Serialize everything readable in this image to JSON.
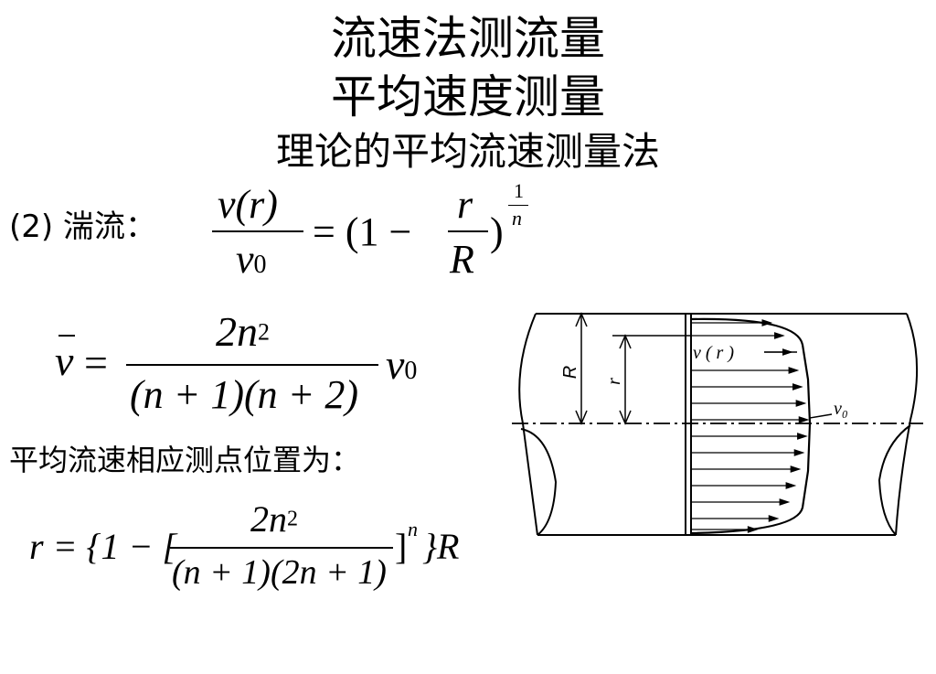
{
  "titles": {
    "line1": "流速法测流量",
    "line2": "平均速度测量",
    "line3": "理论的平均流速测量法"
  },
  "section": {
    "label": "(2) 湍流："
  },
  "formula1": {
    "num": "v(r)",
    "den_v": "v",
    "den_sub": "0",
    "eq_open": "= (1 −",
    "frac_num": "r",
    "frac_den": "R",
    "close": ")",
    "exp_num": "1",
    "exp_den": "n"
  },
  "formula2": {
    "lhs": "v",
    "eq": "=",
    "num_2n": "2n",
    "num_exp": "2",
    "den": "(n + 1)(n + 2)",
    "rhs_v": "v",
    "rhs_sub": "0"
  },
  "caption": "平均流速相应测点位置为：",
  "formula3": {
    "lhs": "r = {1 − [",
    "num_2n": "2n",
    "num_exp": "2",
    "den": "(n + 1)(2n + 1)",
    "close": "]",
    "close_exp": "n",
    "tail": "}R"
  },
  "diagram": {
    "label_R": "R",
    "label_r": "r",
    "label_vr": "v ( r )",
    "label_v0": "v₀"
  }
}
